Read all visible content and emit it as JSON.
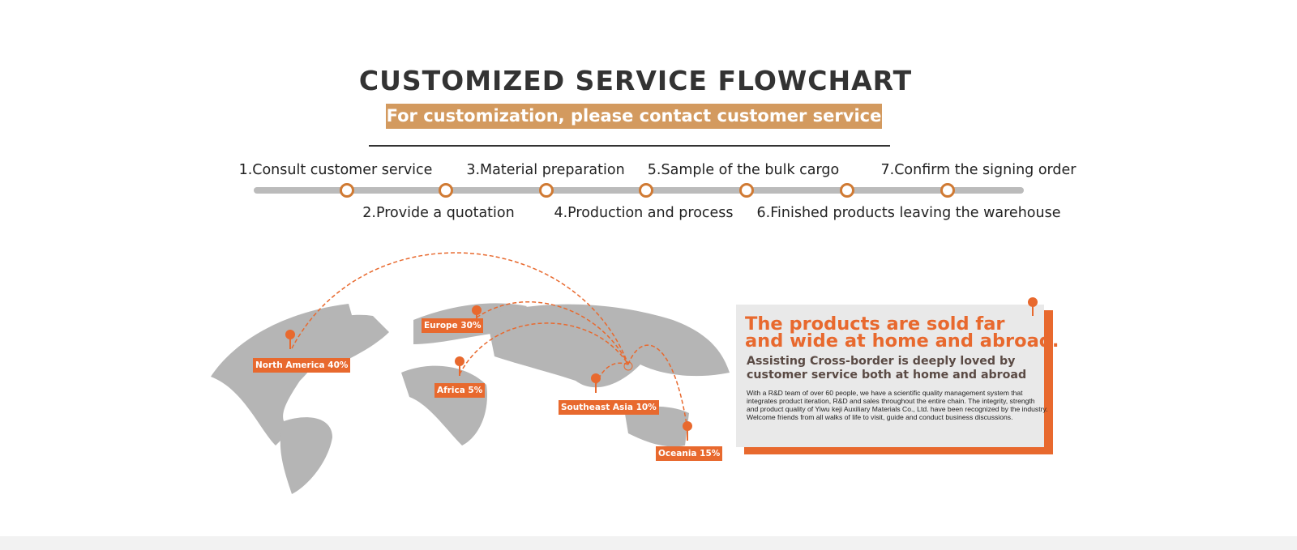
{
  "header": {
    "title": "CUSTOMIZED SERVICE FLOWCHART",
    "subtitle": "For customization, please contact customer service"
  },
  "steps": [
    "1.Consult customer service",
    "2.Provide a quotation",
    "3.Material preparation",
    "4.Production and process",
    "5.Sample of the bulk cargo",
    "6.Finished products leaving the warehouse",
    "7.Confirm the signing order"
  ],
  "map": {
    "regions": [
      {
        "label": "North America 40%"
      },
      {
        "label": "Europe 30%"
      },
      {
        "label": "Africa 5%"
      },
      {
        "label": "Southeast Asia 10%"
      },
      {
        "label": "Oceania 15%"
      }
    ],
    "accent": "#e8692e"
  },
  "panel": {
    "headline_1": "The products are sold far",
    "headline_2": "and wide at home and abroad.",
    "sub_1": "Assisting Cross-border is deeply loved by",
    "sub_2": "customer service both at home and abroad",
    "body": "With a R&D team of over 60 people, we have a scientific quality management system that integrates product iteration, R&D and sales throughout the entire chain. The integrity, strength and product quality of Yiwu keji Auxiliary Materials Co., Ltd. have been recognized by the industry. Welcome friends from all walks of life to visit, guide and conduct business discussions."
  }
}
